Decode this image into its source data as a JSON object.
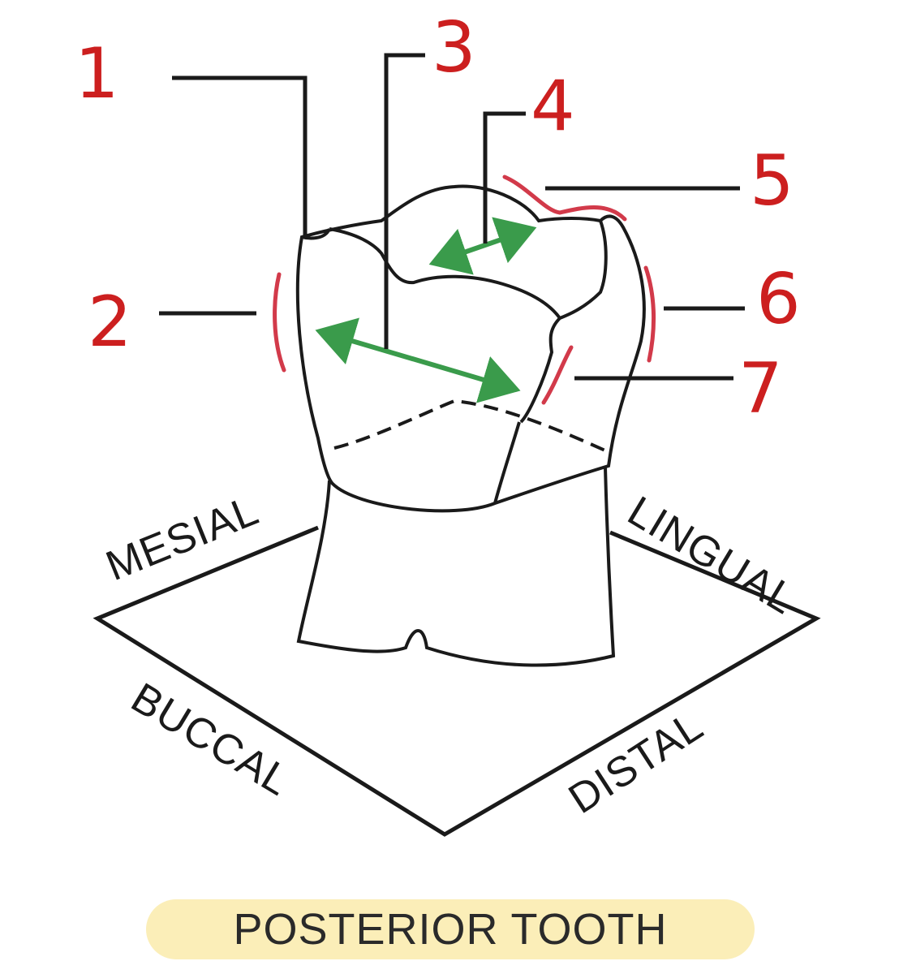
{
  "labels": {
    "n1": "1",
    "n2": "2",
    "n3": "3",
    "n4": "4",
    "n5": "5",
    "n6": "6",
    "n7": "7"
  },
  "sides": {
    "mesial": "MESIAL",
    "lingual": "LINGUAL",
    "buccal": "BUCCAL",
    "distal": "DISTAL"
  },
  "title": "POSTERIOR TOOTH",
  "colors": {
    "number_red": "#cc1f1f",
    "highlight_red": "#d23a4a",
    "arrow_green": "#3a9b4b",
    "title_bg": "#fbeeb8",
    "line_black": "#1a1a1a"
  }
}
